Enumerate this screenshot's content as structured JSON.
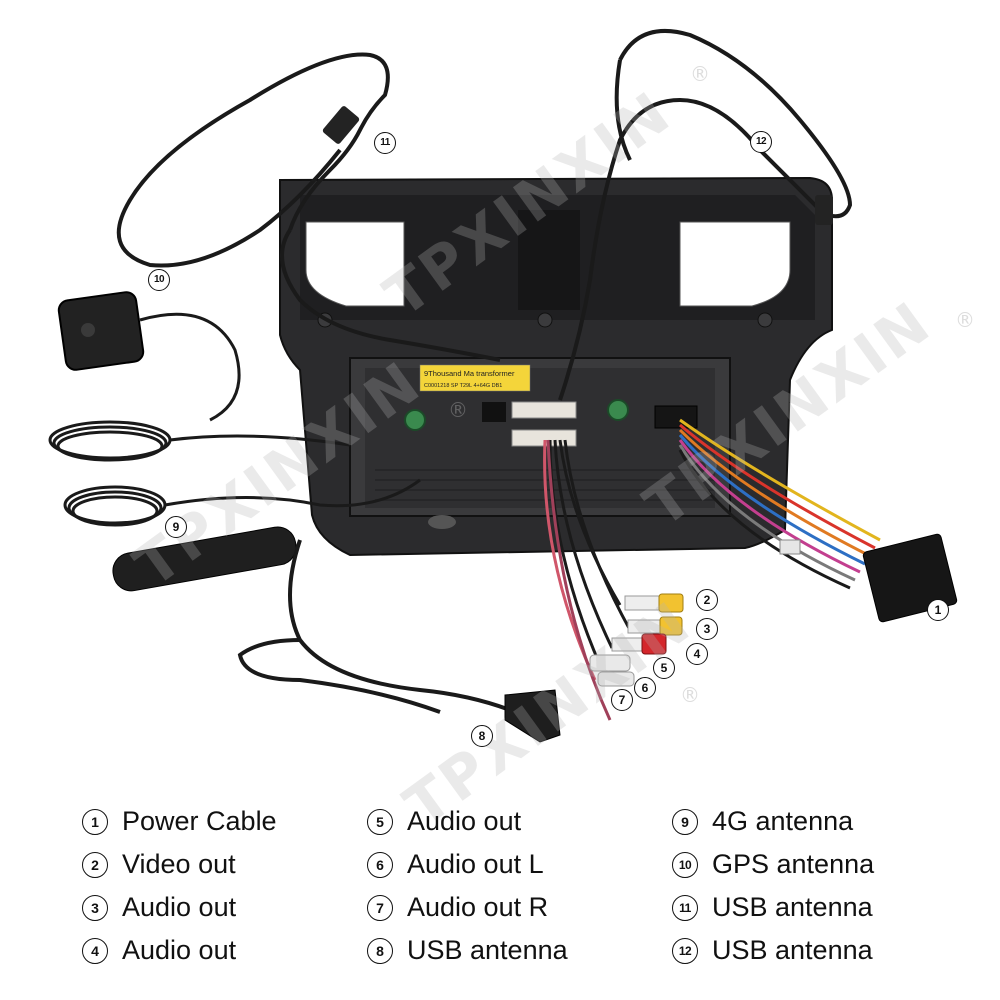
{
  "watermark": {
    "brand": "TPXINXIN",
    "registered_mark": "®"
  },
  "device_label": {
    "line1": "9Thousand Ma  transformer",
    "line2": "C0001218 SP T29L 4+64G  DB1"
  },
  "callouts": {
    "c1": "1",
    "c2": "2",
    "c3": "3",
    "c4": "4",
    "c5": "5",
    "c6": "6",
    "c7": "7",
    "c8": "8",
    "c9": "9",
    "c10": "10",
    "c11": "11",
    "c12": "12"
  },
  "legend": {
    "columns": [
      [
        {
          "num": "1",
          "label": "Power Cable"
        },
        {
          "num": "2",
          "label": "Video out"
        },
        {
          "num": "3",
          "label": "Audio out"
        },
        {
          "num": "4",
          "label": "Audio out"
        }
      ],
      [
        {
          "num": "5",
          "label": "Audio out"
        },
        {
          "num": "6",
          "label": "Audio out L"
        },
        {
          "num": "7",
          "label": "Audio out R"
        },
        {
          "num": "8",
          "label": "USB antenna"
        }
      ],
      [
        {
          "num": "9",
          "label": "4G antenna"
        },
        {
          "num": "10",
          "label": "GPS antenna"
        },
        {
          "num": "11",
          "label": "USB antenna"
        },
        {
          "num": "12",
          "label": "USB antenna"
        }
      ]
    ]
  },
  "colors": {
    "housing": "#2a2a2c",
    "cable": "#1a1a1a",
    "rca_yellow": "#f2c230",
    "rca_red": "#d4262b",
    "rca_white": "#e9e9e9",
    "label_sticker": "#f4d53a"
  }
}
